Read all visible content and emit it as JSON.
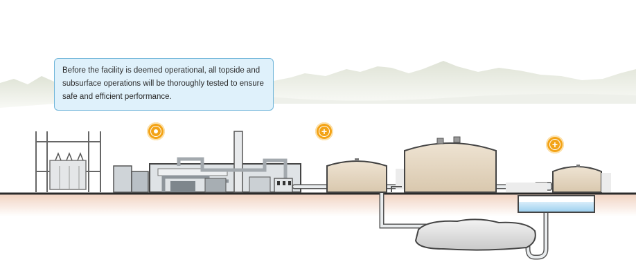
{
  "callout": {
    "text": "Before the facility is deemed operational, all topside and subsurface operations will be thoroughly tested to ensure safe and efficient performance."
  },
  "hotspots": [
    {
      "name": "hotspot-power-plant",
      "state": "active",
      "icon": "dot-icon"
    },
    {
      "name": "hotspot-storage-tank",
      "state": "expandable",
      "icon": "plus-icon",
      "glyph": "+"
    },
    {
      "name": "hotspot-water-tank",
      "state": "expandable",
      "icon": "plus-icon",
      "glyph": "+"
    }
  ],
  "colors": {
    "accent": "#f3a316",
    "callout_bg": "#dff1fb",
    "callout_border": "#6fb5d9",
    "tank": "#e6d8c3",
    "ground": "#f3ddcd",
    "water": "#b7dcf2",
    "equipment": "#c9ced3"
  }
}
